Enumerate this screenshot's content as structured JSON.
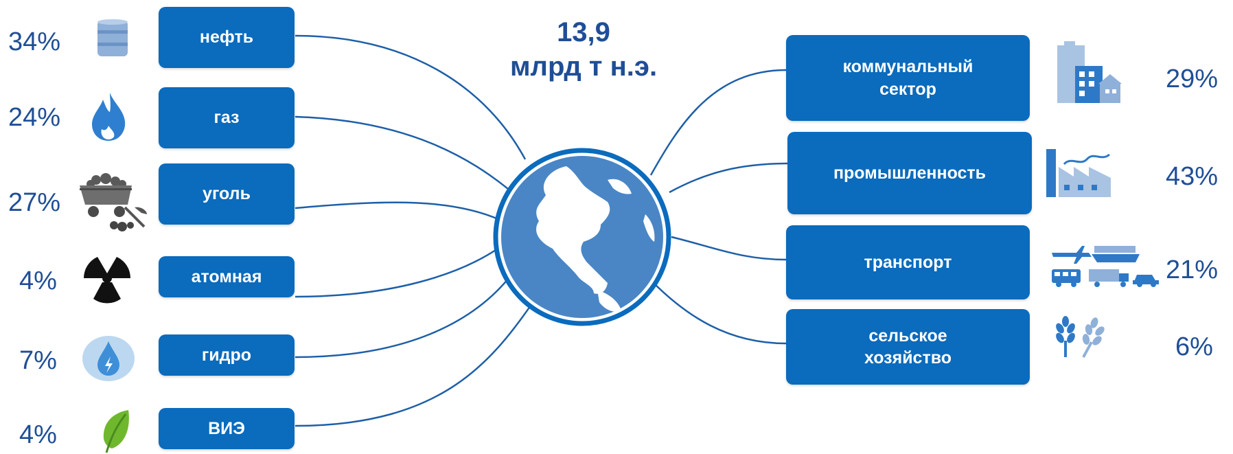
{
  "total": {
    "value": "13,9",
    "unit": "млрд т н.э."
  },
  "sources": [
    {
      "label": "нефть",
      "percent": "34%",
      "icon": "oil-barrel-icon"
    },
    {
      "label": "газ",
      "percent": "24%",
      "icon": "gas-flame-icon"
    },
    {
      "label": "уголь",
      "percent": "27%",
      "icon": "coal-cart-icon"
    },
    {
      "label": "атомная",
      "percent": "4%",
      "icon": "radiation-icon"
    },
    {
      "label": "гидро",
      "percent": "7%",
      "icon": "hydro-drop-icon"
    },
    {
      "label": "ВИЭ",
      "percent": "4%",
      "icon": "leaf-icon"
    }
  ],
  "sectors": [
    {
      "label": "коммунальный сектор",
      "percent": "29%",
      "icon": "buildings-icon"
    },
    {
      "label": "промышленность",
      "percent": "43%",
      "icon": "factory-icon"
    },
    {
      "label": "транспорт",
      "percent": "21%",
      "icon": "transport-icon"
    },
    {
      "label": "сельское хозяйство",
      "percent": "6%",
      "icon": "wheat-icon"
    }
  ],
  "colors": {
    "box": "#0b6bbd",
    "text": "#1f4e96",
    "globe": "#4a86c5",
    "line": "#1d5fa8"
  }
}
